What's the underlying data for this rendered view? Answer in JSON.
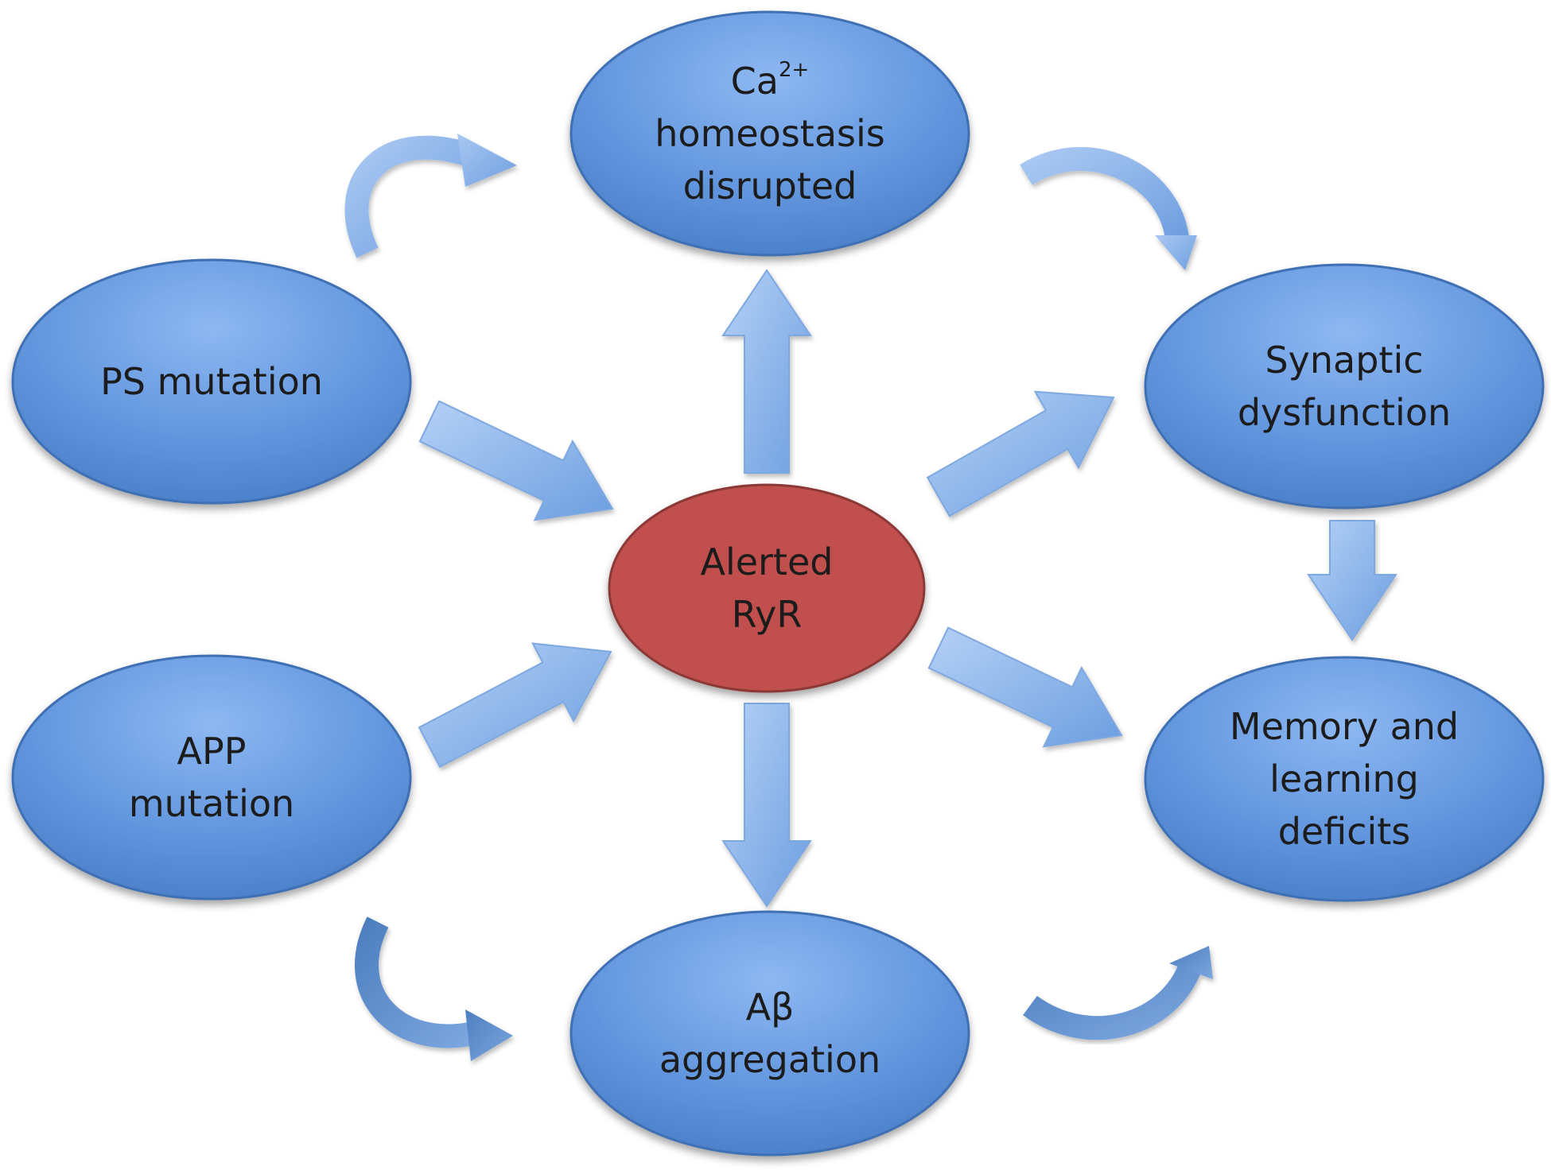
{
  "colors": {
    "ellipse_light": "#8db8f2",
    "ellipse_mid": "#6296de",
    "ellipse_dark": "#4a7fc9",
    "ellipse_stroke": "#3f6fb4",
    "center_fill": "#c0504d",
    "center_stroke": "#8c3836",
    "arrow_light": "#b5d1f6",
    "arrow_dark": "#6c9ee0",
    "curved_light": "#a9c8f2",
    "curved_dark": "#4e7fbf"
  },
  "nodes": {
    "ca": {
      "line1_base": "Ca",
      "line1_sup": "2+",
      "line2": "homeostasis",
      "line3": "disrupted"
    },
    "ps": {
      "line1": "PS mutation"
    },
    "synaptic": {
      "line1": "Synaptic",
      "line2": "dysfunction"
    },
    "center": {
      "line1": "Alerted",
      "line2": "RyR"
    },
    "app": {
      "line1": "APP",
      "line2": "mutation"
    },
    "memory": {
      "line1": "Memory and",
      "line2": "learning",
      "line3": "deficits"
    },
    "abeta": {
      "line1": "Aβ",
      "line2": "aggregation"
    }
  },
  "edges": [
    {
      "from": "PS mutation",
      "to": "Alerted RyR"
    },
    {
      "from": "APP mutation",
      "to": "Alerted RyR"
    },
    {
      "from": "Alerted RyR",
      "to": "Ca2+ homeostasis disrupted"
    },
    {
      "from": "Alerted RyR",
      "to": "Synaptic dysfunction"
    },
    {
      "from": "Alerted RyR",
      "to": "Memory and learning deficits"
    },
    {
      "from": "Alerted RyR",
      "to": "Aβ aggregation"
    },
    {
      "from": "Synaptic dysfunction",
      "to": "Memory and learning deficits"
    },
    {
      "from": "PS mutation",
      "to": "Ca2+ homeostasis disrupted",
      "style": "curved"
    },
    {
      "from": "Ca2+ homeostasis disrupted",
      "to": "Synaptic dysfunction",
      "style": "curved"
    },
    {
      "from": "APP mutation",
      "to": "Aβ aggregation",
      "style": "curved"
    },
    {
      "from": "Aβ aggregation",
      "to": "Memory and learning deficits",
      "style": "curved"
    }
  ]
}
